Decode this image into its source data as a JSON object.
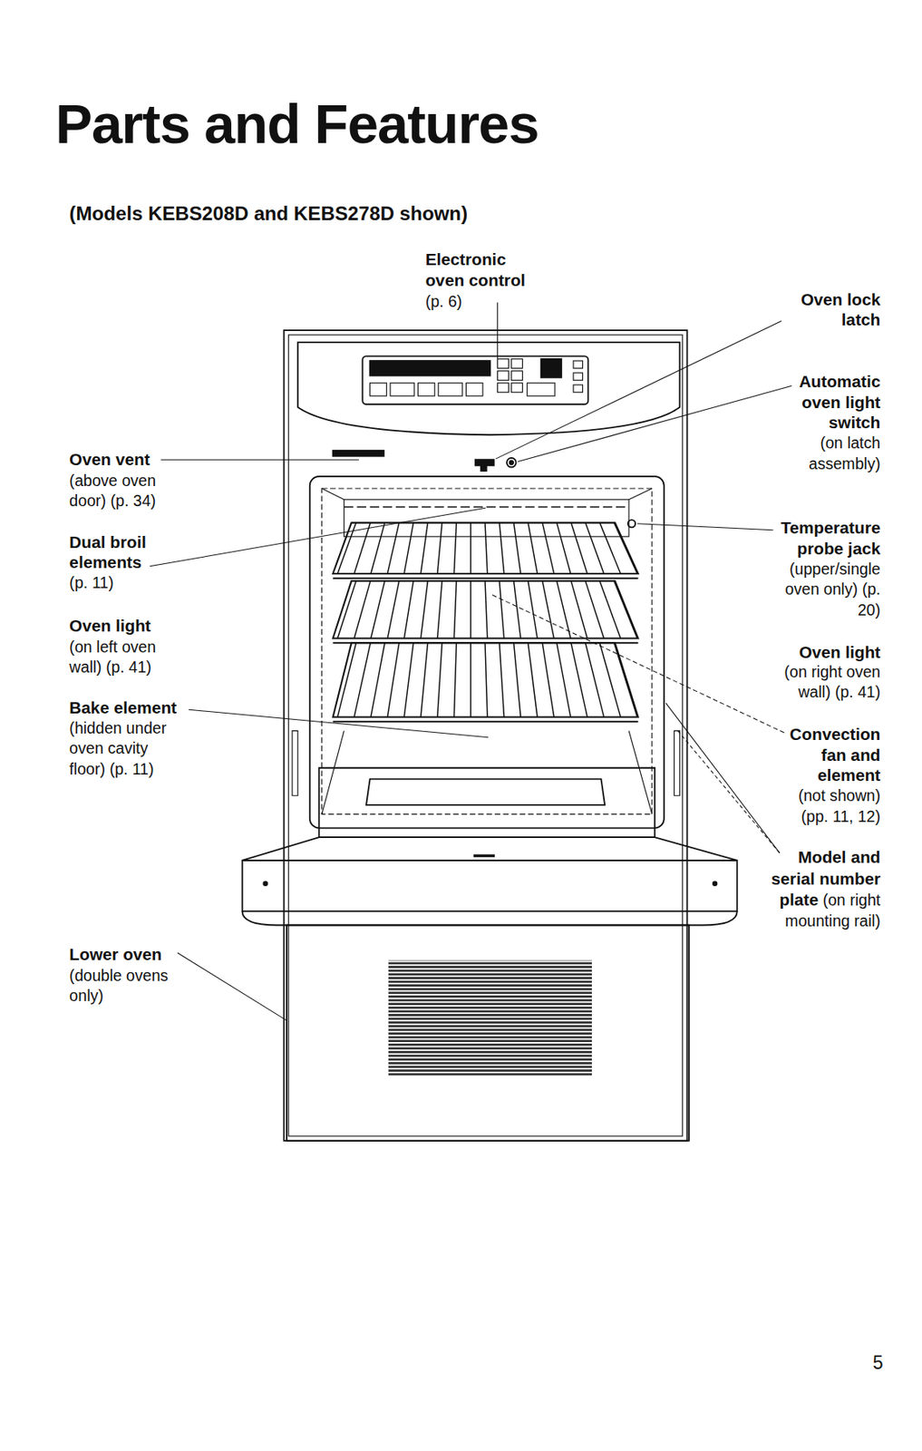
{
  "diagram": {
    "title": "Parts and Features",
    "labels": [
      "(Models KEBS208D and KEBS278D shown)",
      "Electronic oven control",
      "(p. 6)",
      "Oven lock latch",
      "Automatic oven light switch",
      "(on latch assembly)",
      "Oven vent",
      "(above oven door) (p. 34)",
      "Dual broil elements",
      "(p. 11)",
      "Oven light",
      "(on left oven wall) (p. 41)",
      "Bake element",
      "(hidden under oven cavity floor) (p. 11)",
      "Temperature probe jack",
      "(upper/single oven only) (p. 20)",
      "Oven light",
      "(on right oven wall) (p. 41)",
      "Convection fan and element",
      "(not shown) (pp. 11, 12)",
      "Model and serial number plate",
      "(on right mounting rail)",
      "Lower oven",
      "(double ovens only)",
      "5"
    ]
  }
}
